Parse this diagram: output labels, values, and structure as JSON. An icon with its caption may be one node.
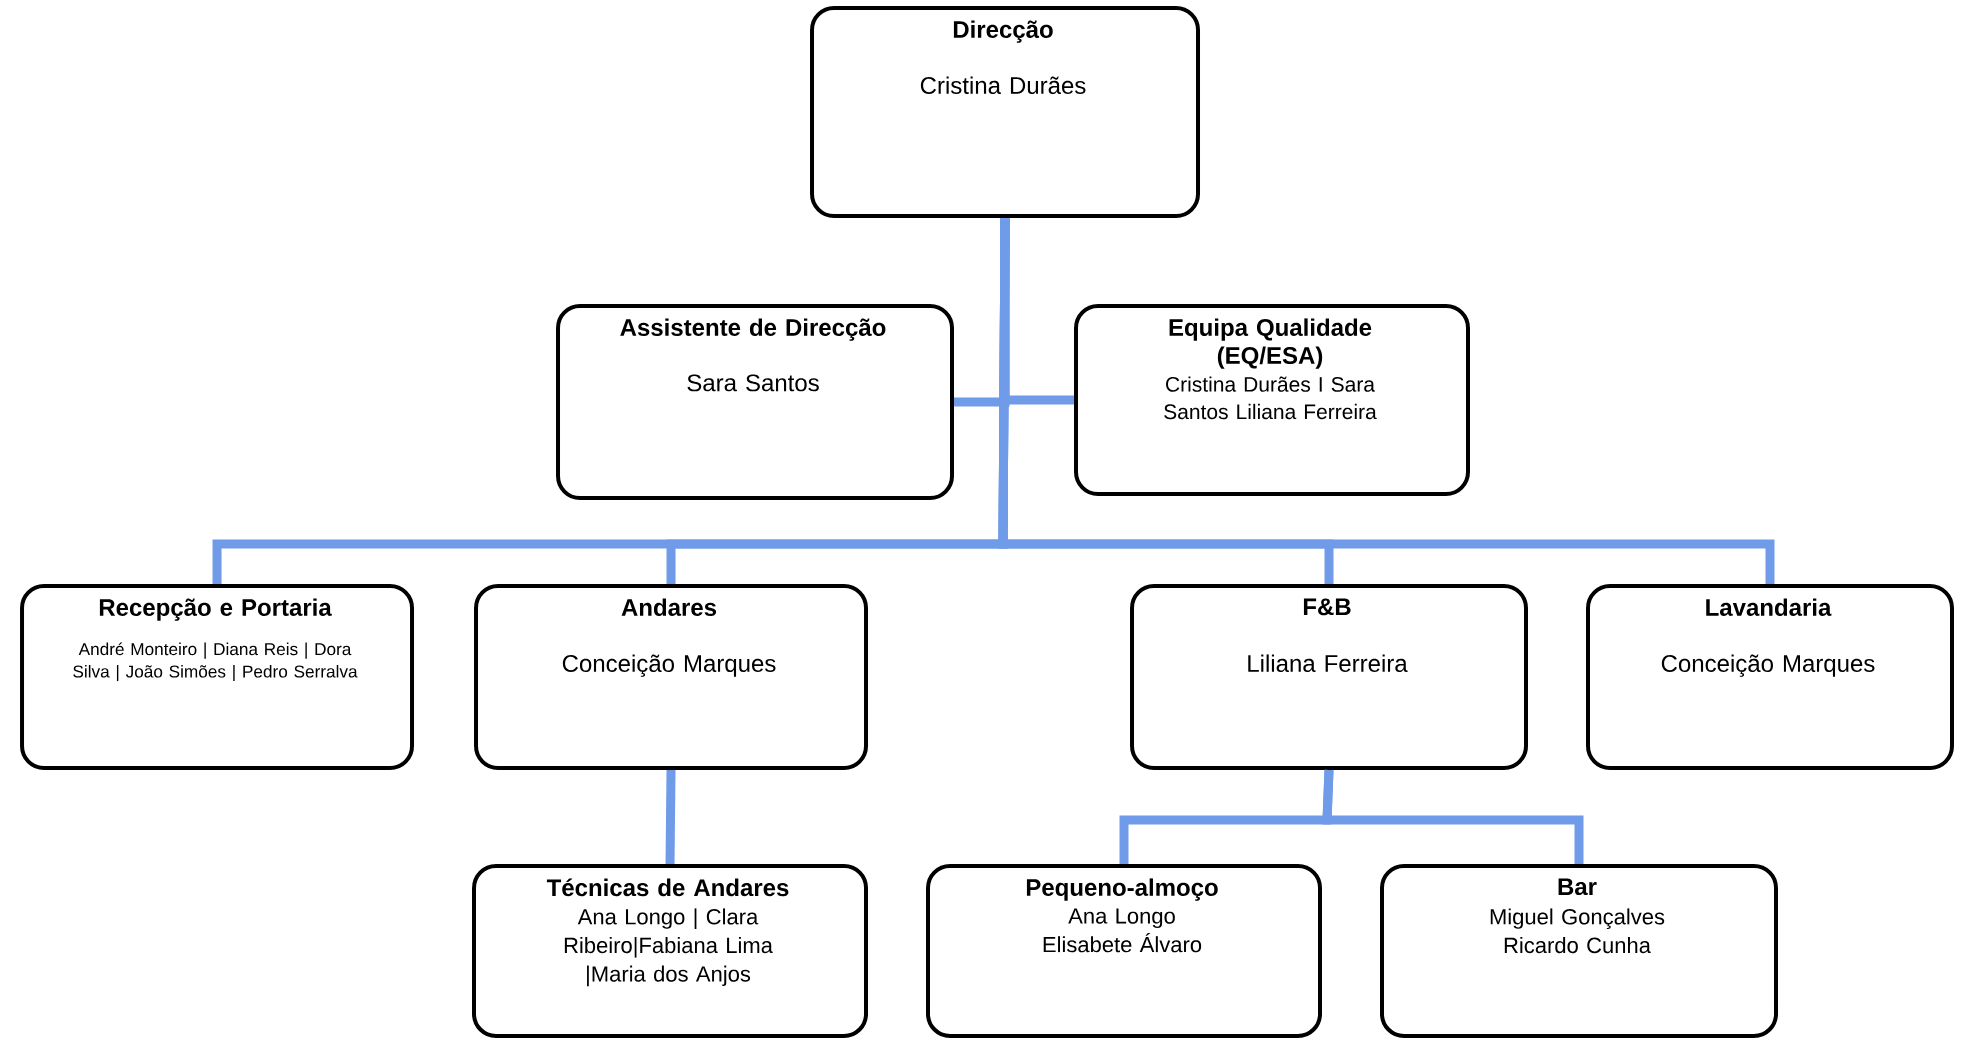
{
  "diagram": {
    "nodes": [
      {
        "text": [
          "Direcção",
          "Cristina Durães"
        ]
      },
      {
        "text": [
          "Assistente de Direcção",
          "Sara Santos"
        ]
      },
      {
        "text": [
          "Equipa Qualidade (EQ/ESA)",
          "Cristina Durães I Sara Santos Liliana Ferreira"
        ]
      },
      {
        "text": [
          "Recepção e Portaria",
          "André Monteiro | Diana Reis | Dora Silva | João Simões | Pedro Serralva"
        ]
      },
      {
        "text": [
          "Andares",
          "Conceição Marques"
        ]
      },
      {
        "text": [
          "F&B",
          "Liliana Ferreira"
        ]
      },
      {
        "text": [
          "Lavandaria",
          "Conceição Marques"
        ]
      },
      {
        "text": [
          "Técnicas de Andares",
          "Ana Longo | Clara Ribeiro|Fabiana Lima |Maria dos Anjos"
        ]
      },
      {
        "text": [
          "Pequeno-almoço",
          "Ana Longo Elisabete Álvaro"
        ]
      },
      {
        "text": [
          "Bar",
          "Miguel Gonçalves Ricardo Cunha"
        ]
      }
    ],
    "edges": [
      {
        "from": 0,
        "to": 1,
        "arrow": "none"
      },
      {
        "from": 0,
        "to": 2,
        "arrow": "none"
      },
      {
        "from": 0,
        "to": 3,
        "arrow": "none"
      },
      {
        "from": 0,
        "to": 4,
        "arrow": "none"
      },
      {
        "from": 0,
        "to": 5,
        "arrow": "none"
      },
      {
        "from": 0,
        "to": 6,
        "arrow": "none"
      },
      {
        "from": 4,
        "to": 7,
        "arrow": "none"
      },
      {
        "from": 5,
        "to": 8,
        "arrow": "none"
      },
      {
        "from": 5,
        "to": 9,
        "arrow": "none"
      }
    ]
  }
}
